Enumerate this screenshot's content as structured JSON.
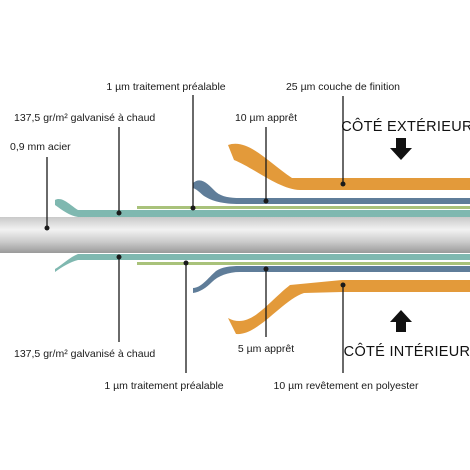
{
  "colors": {
    "steel_light": "#f2f2f2",
    "steel_mid": "#c9c9c9",
    "steel_dark": "#9a9a9a",
    "galvanized": "#7fb8b0",
    "pretreatment": "#a9c27a",
    "primer": "#5f7d99",
    "finish": "#e39a3a",
    "text": "#1a1a1a"
  },
  "labels": {
    "top_pretreatment": "1 µm traitement préalable",
    "top_finish": "25 µm couche de finition",
    "top_galvanized": "137,5 gr/m² galvanisé à chaud",
    "top_primer": "10 µm apprêt",
    "steel": "0,9 mm  acier",
    "bottom_galvanized": "137,5 gr/m² galvanisé à chaud",
    "bottom_primer": "5 µm apprêt",
    "bottom_pretreatment": "1 µm traitement préalable",
    "bottom_polyester": "10 µm revêtement en polyester"
  },
  "sides": {
    "exterior": "CÔTÉ EXTÉRIEUR",
    "interior": "CÔTÉ INTÉRIEUR"
  },
  "icons": {
    "exterior_arrow": "arrow-down-icon",
    "interior_arrow": "arrow-up-icon"
  }
}
